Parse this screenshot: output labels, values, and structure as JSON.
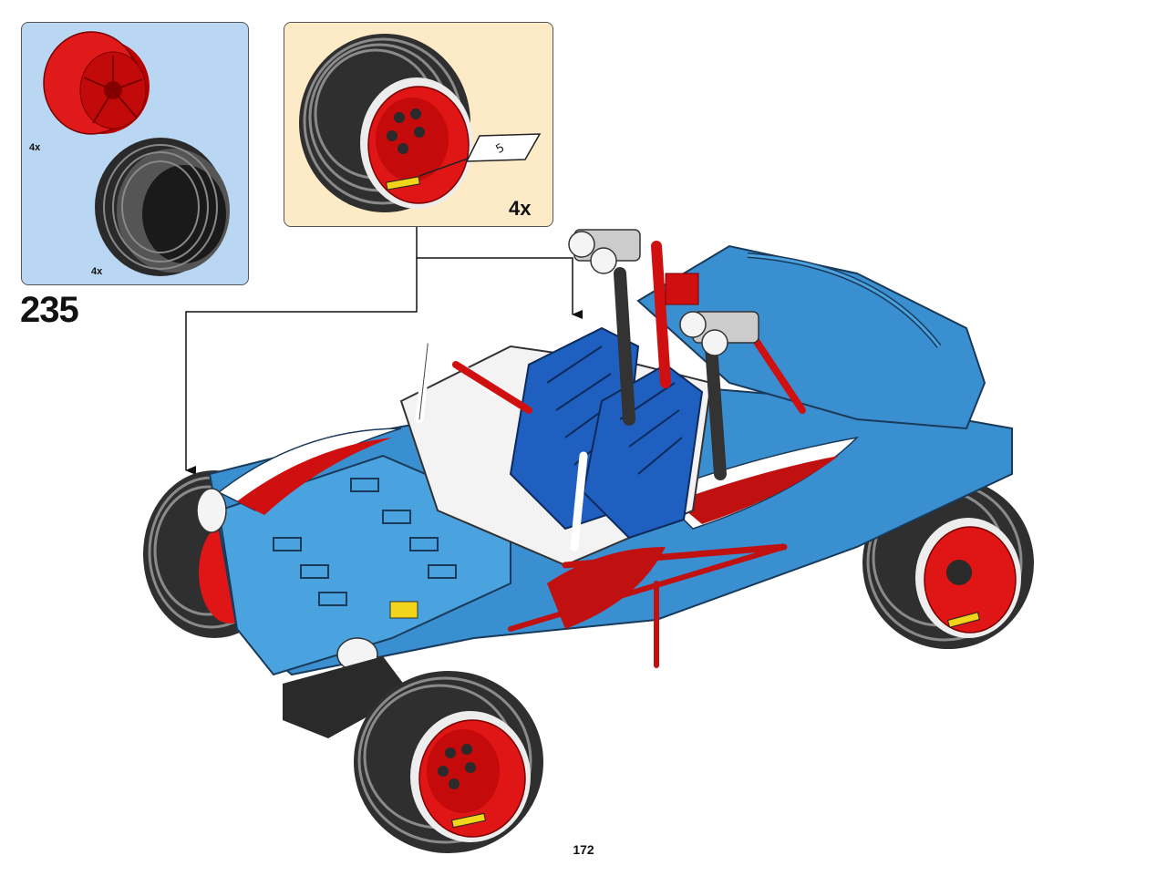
{
  "step": {
    "number": "235"
  },
  "parts_list": {
    "items": [
      {
        "name": "rim-red",
        "quantity": "4x"
      },
      {
        "name": "tire-black",
        "quantity": "4x"
      }
    ]
  },
  "sub_assembly": {
    "quantity": "4x",
    "callout_step": "5"
  },
  "page": {
    "number": "172"
  },
  "colors": {
    "parts_panel_bg": "#b9d7f3",
    "sub_panel_bg": "#fdebc8",
    "body_blue": "#3a8fd0",
    "seat_blue": "#1f5fc0",
    "red": "#e01515",
    "tire": "#3a3a3a"
  },
  "icons": [
    "rim-icon",
    "tire-icon",
    "wheel-icon",
    "step-callout-icon",
    "rally-car-model"
  ]
}
